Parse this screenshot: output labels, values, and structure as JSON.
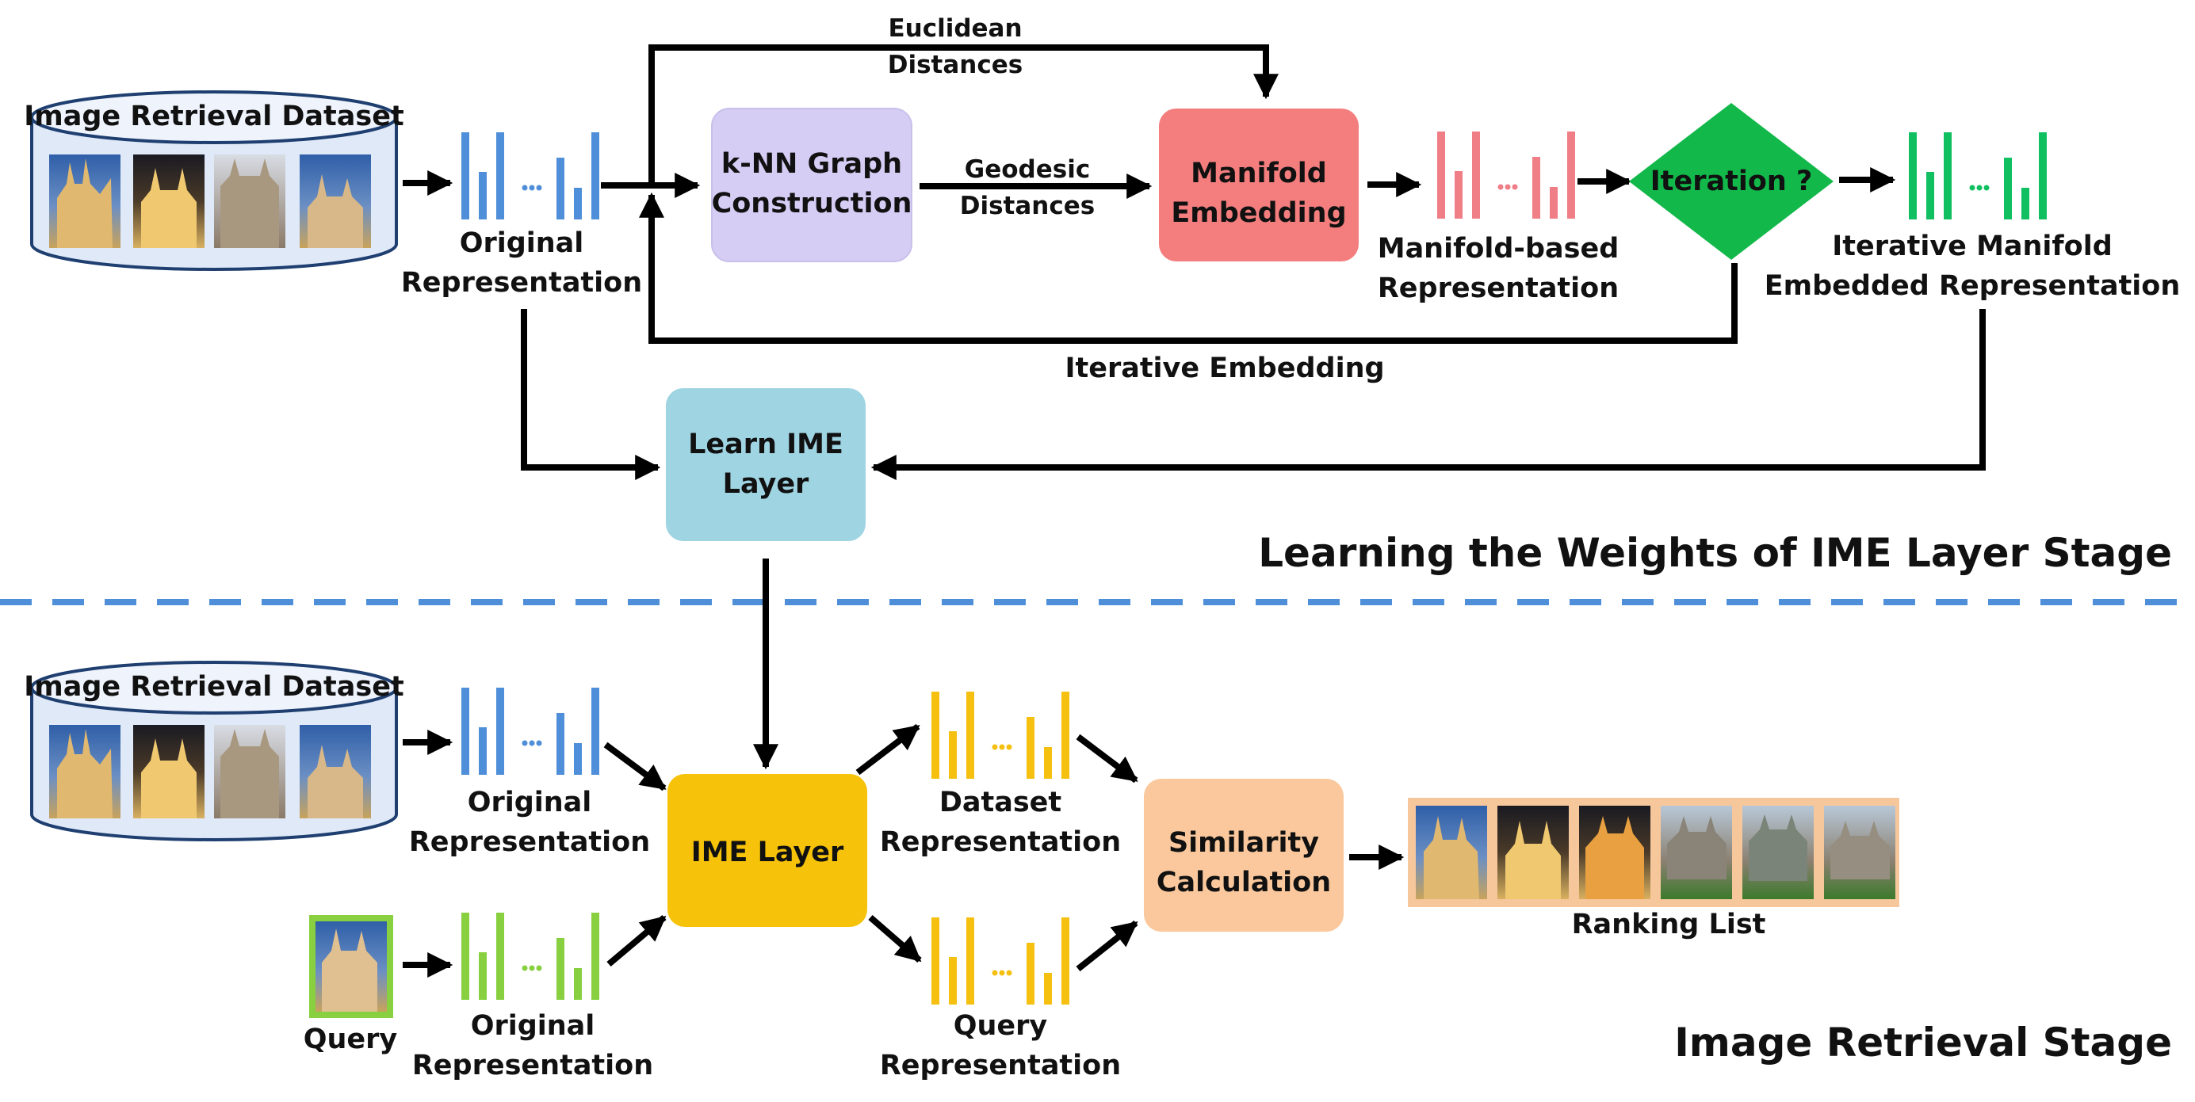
{
  "colors": {
    "blue": "#4f8ed8",
    "pink": "#f07e86",
    "green": "#10c060",
    "lightgreen": "#88d040",
    "yellow": "#f5c010",
    "knn": "#d6cdf5",
    "manifold": "#f47e7e",
    "learn": "#9fd4e2",
    "ime": "#f6c20a",
    "similarity": "#fac89c",
    "diamond": "#12b84a",
    "database": "#dfe9f8",
    "dashed": "#4f8ed8"
  },
  "top": {
    "dataset_label": "Image Retrieval Dataset",
    "original_label": [
      "Original",
      "Representation"
    ],
    "euclidean_label": [
      "Euclidean",
      "Distances"
    ],
    "knn_label": [
      "k-NN Graph",
      "Construction"
    ],
    "geodesic_label": [
      "Geodesic",
      "Distances"
    ],
    "manifold_label": [
      "Manifold",
      "Embedding"
    ],
    "manifold_rep_label": [
      "Manifold-based",
      "Representation"
    ],
    "iteration_label": "Iteration ?",
    "iterative_rep_label": [
      "Iterative Manifold",
      "Embedded Representation"
    ],
    "iterative_embedding_label": "Iterative Embedding",
    "learn_label": [
      "Learn IME",
      "Layer"
    ],
    "stage_title": "Learning the Weights of IME Layer Stage"
  },
  "bottom": {
    "dataset_label": "Image Retrieval Dataset",
    "original_label": [
      "Original",
      "Representation"
    ],
    "query_label": "Query",
    "query_original_label": [
      "Original",
      "Representation"
    ],
    "ime_label": "IME Layer",
    "dataset_rep_label": [
      "Dataset",
      "Representation"
    ],
    "query_rep_label": [
      "Query",
      "Representation"
    ],
    "similarity_label": [
      "Similarity",
      "Calculation"
    ],
    "ranking_label": "Ranking List",
    "stage_title": "Image Retrieval Stage"
  }
}
